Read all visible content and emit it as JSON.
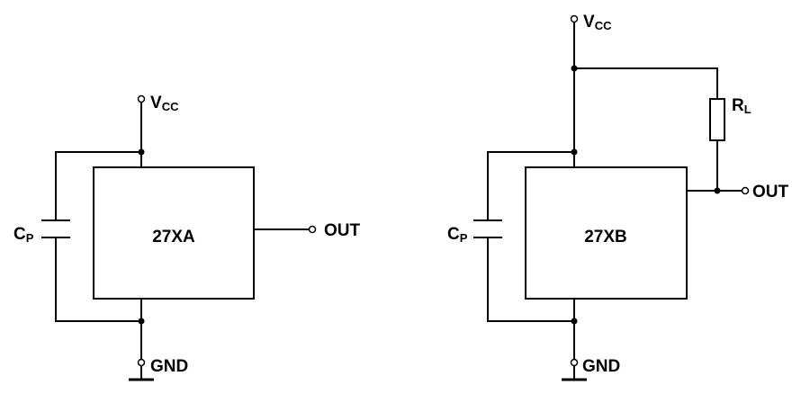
{
  "circuit_a": {
    "chip_label": "27XA",
    "vcc": {
      "main": "V",
      "sub": "CC"
    },
    "cap": {
      "main": "C",
      "sub": "P"
    },
    "out_label": "OUT",
    "gnd_label": "GND"
  },
  "circuit_b": {
    "chip_label": "27XB",
    "vcc": {
      "main": "V",
      "sub": "CC"
    },
    "cap": {
      "main": "C",
      "sub": "P"
    },
    "resistor": {
      "main": "R",
      "sub": "L"
    },
    "out_label": "OUT",
    "gnd_label": "GND"
  }
}
